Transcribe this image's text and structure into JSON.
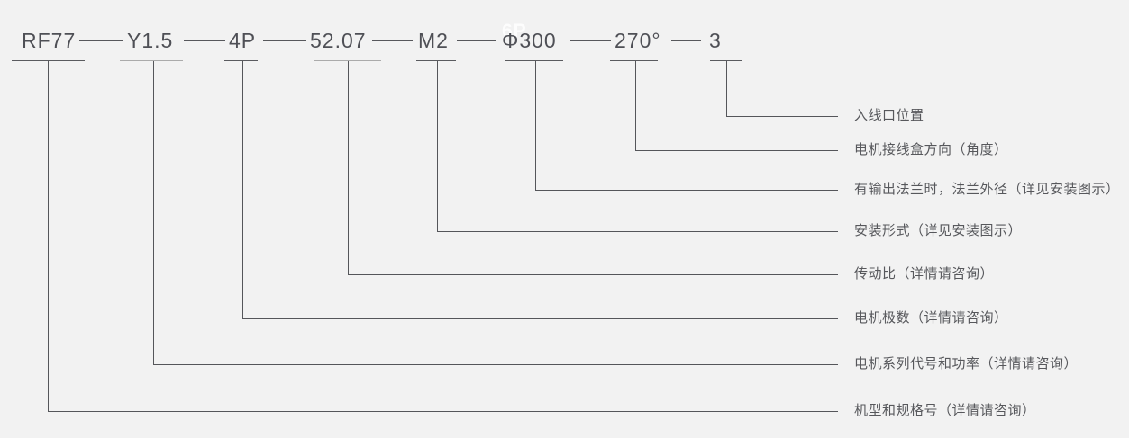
{
  "model": {
    "segments": [
      "RF77",
      "Y1.5",
      "4P",
      "52.07",
      "M2",
      "Φ300",
      "270°",
      "3"
    ]
  },
  "labels": [
    "入线口位置",
    "电机接线盒方向（角度）",
    "有输出法兰时，法兰外径（详见安装图示）",
    "安装形式（详见安装图示）",
    "传动比（详情请咨询）",
    "电机极数（详情请咨询）",
    "电机系列代号和功率（详情请咨询）",
    "机型和规格号（详情请咨询）"
  ],
  "watermark": "6P",
  "colors": {
    "background": "#f2f2f2",
    "line": "#55565a",
    "light_line": "#ababab",
    "text": "#57585c"
  }
}
